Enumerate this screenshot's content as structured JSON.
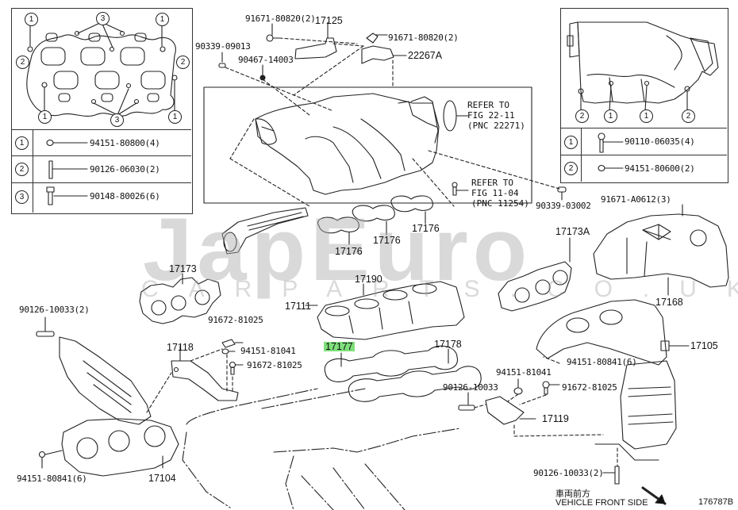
{
  "diagram": {
    "title": "Intake / Exhaust Manifold Parts Diagram",
    "diagram_id": "176787B",
    "highlight_color": "#7ee07a",
    "footer": {
      "jp": "車両前方",
      "en": "VEHICLE FRONT SIDE",
      "arrow_icon": "arrow-down-right"
    },
    "watermark": {
      "main": "JapEuro",
      "sub": "CARPARTS.CO.UK"
    }
  },
  "inset_left": {
    "legend": [
      {
        "num": "1",
        "icon": "nut",
        "part": "94151-80800(4)"
      },
      {
        "num": "2",
        "icon": "stud",
        "part": "90126-06030(2)"
      },
      {
        "num": "3",
        "icon": "bolt",
        "part": "90148-80026(6)"
      }
    ],
    "callouts": [
      "1",
      "3",
      "1",
      "2",
      "2",
      "1",
      "3",
      "1"
    ]
  },
  "inset_right": {
    "legend": [
      {
        "num": "1",
        "icon": "bolt",
        "part": "90110-06035(4)"
      },
      {
        "num": "2",
        "icon": "nut",
        "part": "94151-80600(2)"
      }
    ],
    "callouts": [
      "2",
      "1",
      "1",
      "2"
    ]
  },
  "refs": [
    {
      "text": "REFER TO\nFIG 22-11\n(PNC 22271)"
    },
    {
      "text": "REFER TO\nFIG 11-04\n(PNC 11254)"
    }
  ],
  "labels": {
    "p91671_80820_a": "91671-80820(2)",
    "p17125": "17125",
    "p91671_80820_b": "91671-80820(2)",
    "p22267A": "22267A",
    "p90339_09013": "90339-09013",
    "p90467_14003": "90467-14003",
    "p90339_03002": "90339-03002",
    "p91671_A0612": "91671-A0612(3)",
    "p17173A": "17173A",
    "p17176_a": "17176",
    "p17176_b": "17176",
    "p17176_c": "17176",
    "p17190": "17190",
    "p17173": "17173",
    "p17111": "17111",
    "p17168": "17168",
    "p90126_10033_a": "90126-10033(2)",
    "p91672_81025_a": "91672-81025",
    "p17118": "17118",
    "p94151_81041_a": "94151-81041",
    "p91672_81025_b": "91672-81025",
    "p17177": "17177",
    "p17178": "17178",
    "p17105": "17105",
    "p94151_80841_a": "94151-80841(6)",
    "p94151_81041_b": "94151-81041",
    "p90126_10033_b": "90126-10033",
    "p91672_81025_c": "91672-81025",
    "p17119": "17119",
    "p90126_10033_c": "90126-10033(2)",
    "p94151_80841_b": "94151-80841(6)",
    "p17104": "17104"
  }
}
